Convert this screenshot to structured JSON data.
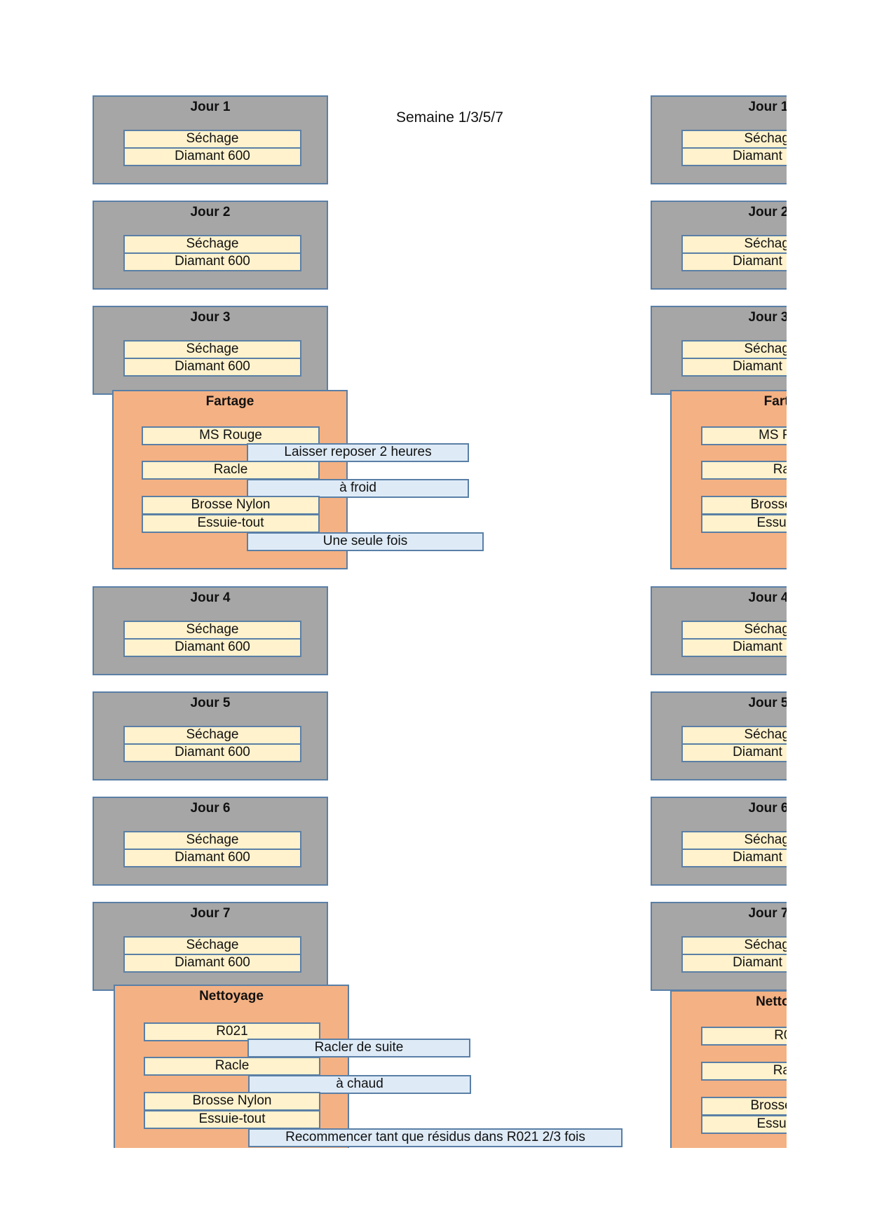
{
  "heading": "Semaine 1/3/5/7",
  "colors": {
    "day_box": "#a6a6a6",
    "process_box": "#f4b183",
    "step": "#fff2cc",
    "note": "#deebf7",
    "border": "#5a7fa6"
  },
  "days": [
    {
      "title": "Jour 1",
      "steps": [
        "Séchage",
        "Diamant 600"
      ]
    },
    {
      "title": "Jour 2",
      "steps": [
        "Séchage",
        "Diamant 600"
      ]
    },
    {
      "title": "Jour 3",
      "steps": [
        "Séchage",
        "Diamant 600"
      ]
    },
    {
      "title": "Jour 4",
      "steps": [
        "Séchage",
        "Diamant 600"
      ]
    },
    {
      "title": "Jour 5",
      "steps": [
        "Séchage",
        "Diamant 600"
      ]
    },
    {
      "title": "Jour 6",
      "steps": [
        "Séchage",
        "Diamant 600"
      ]
    },
    {
      "title": "Jour 7",
      "steps": [
        "Séchage",
        "Diamant 600"
      ]
    }
  ],
  "fartage": {
    "title": "Fartage",
    "steps": [
      "MS Rouge",
      "Racle",
      "Brosse Nylon",
      "Essuie-tout"
    ],
    "notes": [
      "Laisser reposer 2 heures",
      "à froid",
      "Une seule fois"
    ]
  },
  "nettoyage": {
    "title": "Nettoyage",
    "steps": [
      "R021",
      "Racle",
      "Brosse Nylon",
      "Essuie-tout"
    ],
    "notes": [
      "Racler de suite",
      "à chaud",
      "Recommencer tant que résidus dans R021 2/3 fois"
    ]
  }
}
